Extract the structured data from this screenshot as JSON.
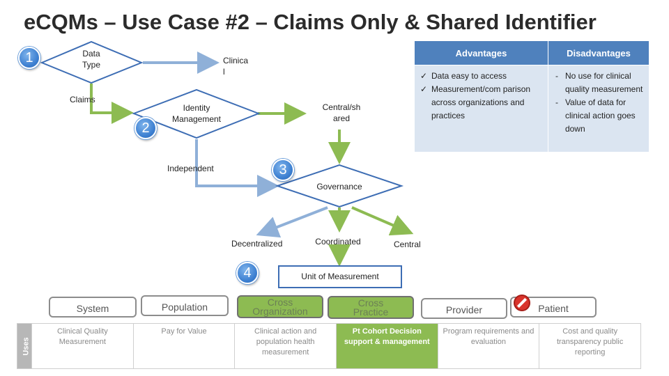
{
  "title": "eCQMs – Use Case #2 – Claims Only & Shared Identifier",
  "flow": {
    "data_type_line1": "Data",
    "data_type_line2": "Type",
    "clinical_line1": "Clinica",
    "clinical_line2": "l",
    "claims": "Claims",
    "identity_line1": "Identity",
    "identity_line2": "Management",
    "central_shared_line1": "Central/sh",
    "central_shared_line2": "ared",
    "independent": "Independent",
    "governance": "Governance",
    "decentralized": "Decentralized",
    "coordinated": "Coordinated",
    "central": "Central",
    "unit_of_measurement": "Unit of Measurement"
  },
  "badges": [
    "1",
    "2",
    "3",
    "4"
  ],
  "table": {
    "advantages_header": "Advantages",
    "disadvantages_header": "Disadvantages",
    "advantages": [
      "Data easy to access",
      "Measurement/com parison across organizations and practices"
    ],
    "disadvantages": [
      "No use for clinical quality measurement",
      "Value of data for clinical action goes down"
    ]
  },
  "levels": {
    "system": "System",
    "population": "Population",
    "cross_org_line1": "Cross",
    "cross_org_line2": "Organization",
    "cross_practice_line1": "Cross",
    "cross_practice_line2": "Practice",
    "provider": "Provider",
    "patient": "Patient"
  },
  "uses": {
    "header": "Uses",
    "items": [
      "Clinical Quality Measurement",
      "Pay for Value",
      "Clinical action and population health measurement",
      "Pt Cohort Decision support & management",
      "Program requirements and evaluation",
      "Cost and quality transparency public reporting"
    ]
  },
  "colors": {
    "blue_arrow": "#8fb0d8",
    "green_arrow": "#8dbb52",
    "diamond_border": "#3d6db4",
    "header_blue": "#4f81bd",
    "cell_blue": "#dbe5f1"
  },
  "icons": [
    "no-entry-icon",
    "checkmark-icon"
  ]
}
